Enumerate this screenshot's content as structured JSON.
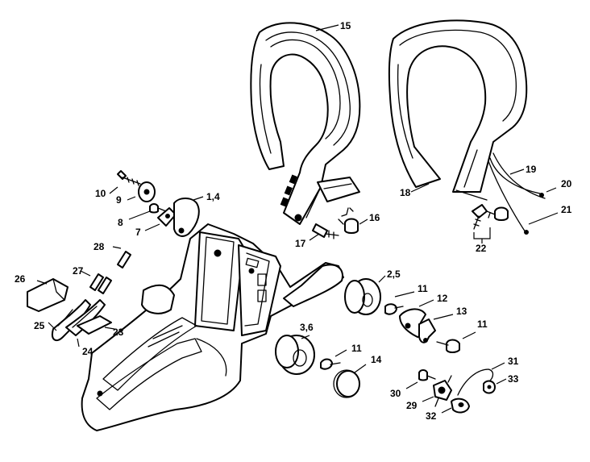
{
  "callouts": {
    "c15": "15",
    "c19": "19",
    "c20": "20",
    "c18": "18",
    "c21": "21",
    "c22": "22",
    "c16": "16",
    "c17": "17",
    "c10": "10",
    "c9": "9",
    "c8": "8",
    "c14a": "1,4",
    "c7": "7",
    "c28": "28",
    "c27": "27",
    "c26": "26",
    "c25": "25",
    "c23": "23",
    "c24": "24",
    "c25b": "2,5",
    "c11a": "11",
    "c12": "12",
    "c13": "13",
    "c11b": "11",
    "c36": "3,6",
    "c11c": "11",
    "c14": "14",
    "c31": "31",
    "c33": "33",
    "c30": "30",
    "c29": "29",
    "c32": "32"
  }
}
